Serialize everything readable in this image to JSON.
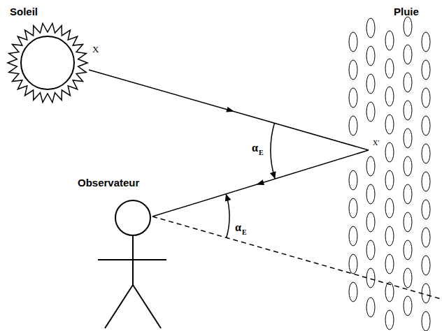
{
  "diagram": {
    "nodes": [
      {
        "text": [
          "Soleil"
        ]
      },
      {
        "text": [
          "Pluie"
        ]
      },
      {
        "text": [
          "Observateur"
        ]
      }
    ],
    "edges": [
      {
        "from": 0,
        "to": 1,
        "arrow": "to"
      },
      {
        "from": 1,
        "to": 2,
        "arrow": "to"
      }
    ],
    "labels": [
      "X",
      "X'",
      "α",
      "E",
      "α",
      "E"
    ]
  }
}
